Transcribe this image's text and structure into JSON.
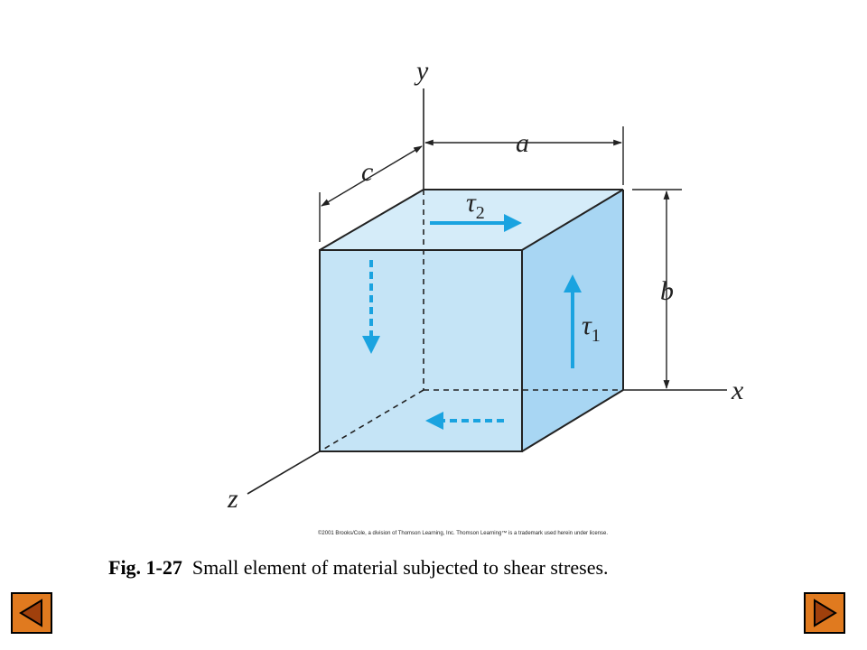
{
  "diagram": {
    "axis_labels": {
      "x": "x",
      "y": "y",
      "z": "z"
    },
    "dimension_labels": {
      "a": "a",
      "b": "b",
      "c": "c"
    },
    "stress_labels": {
      "tau1": {
        "symbol": "τ",
        "subscript": "1"
      },
      "tau2": {
        "symbol": "τ",
        "subscript": "2"
      }
    },
    "colors": {
      "front_face": "#c5e4f6",
      "top_face": "#d5ecf9",
      "right_face": "#a8d6f3",
      "arrow": "#1aa3e0",
      "edge": "#222222"
    }
  },
  "copyright": "©2001 Brooks/Cole, a division of Thomson Learning, Inc.  Thomson Learning™ is a trademark used herein under license.",
  "caption": {
    "number": "Fig. 1-27",
    "text": "  Small element of material subjected to shear streses."
  },
  "nav": {
    "prev_icon": "triangle-left-icon",
    "next_icon": "triangle-right-icon",
    "button_color": "#e07a1f"
  }
}
